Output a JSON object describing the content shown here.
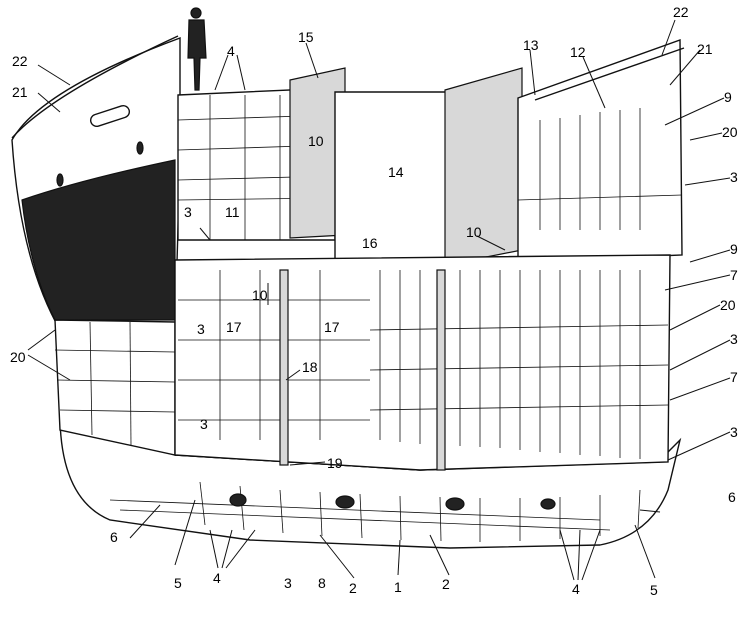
{
  "colors": {
    "ink": "#111111",
    "paper": "#ffffff",
    "hull_dark": "#222222",
    "plate_gray": "#d8d8d8"
  },
  "labels": {
    "n22a": "22",
    "n22b": "22",
    "n21a": "21",
    "n21b": "21",
    "n20a": "20",
    "n20b": "20",
    "n20c": "20",
    "n4a": "4",
    "n4b": "4",
    "n4c": "4",
    "n15": "15",
    "n13": "13",
    "n12": "12",
    "n9a": "9",
    "n9b": "9",
    "n3a": "3",
    "n3b": "3",
    "n3c": "3",
    "n3d": "3",
    "n3e": "3",
    "n3f": "3",
    "n3g": "3",
    "n14": "14",
    "n10a": "10",
    "n10b": "10",
    "n10c": "10",
    "n11": "11",
    "n16": "16",
    "n17a": "17",
    "n17b": "17",
    "n18": "18",
    "n19": "19",
    "n7a": "7",
    "n7b": "7",
    "n6a": "6",
    "n6b": "6",
    "n5a": "5",
    "n5b": "5",
    "n8": "8",
    "n2a": "2",
    "n2b": "2",
    "n1": "1"
  }
}
